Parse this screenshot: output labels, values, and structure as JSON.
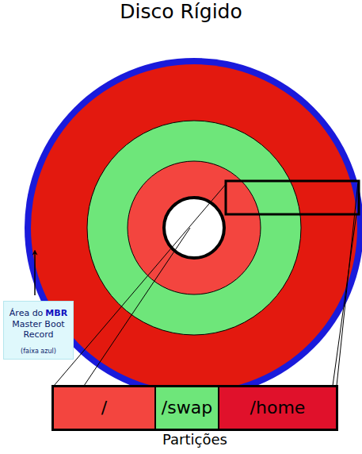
{
  "diagram": {
    "title": "Disco Rígido",
    "nodes": [
      {
        "text": [
          "Área do",
          "MBR",
          "Master Boot Record",
          "(faixa azul)"
        ]
      },
      {
        "text": [
          "Partições"
        ]
      },
      {
        "text": [
          "/"
        ],
        "in": 1
      },
      {
        "text": [
          "/swap"
        ],
        "in": 1
      },
      {
        "text": [
          "/home"
        ],
        "in": 1
      }
    ]
  }
}
